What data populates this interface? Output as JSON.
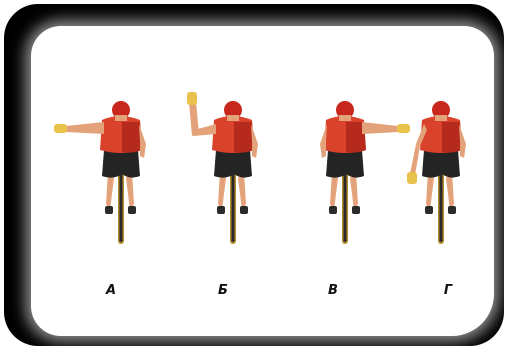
{
  "colors": {
    "jersey": "#d9432c",
    "jersey_shade": "#b52a1c",
    "skin": "#e3a279",
    "shorts": "#242424",
    "glove": "#e8c24a",
    "helmet": "#c8281c",
    "bike": "#2a2a2a",
    "rim": "#b48a2e"
  },
  "signals": [
    {
      "label": "А",
      "pose": "left-arm-horizontal"
    },
    {
      "label": "Б",
      "pose": "left-arm-raised"
    },
    {
      "label": "В",
      "pose": "right-arm-horizontal"
    },
    {
      "label": "Г",
      "pose": "left-arm-lowered"
    }
  ]
}
